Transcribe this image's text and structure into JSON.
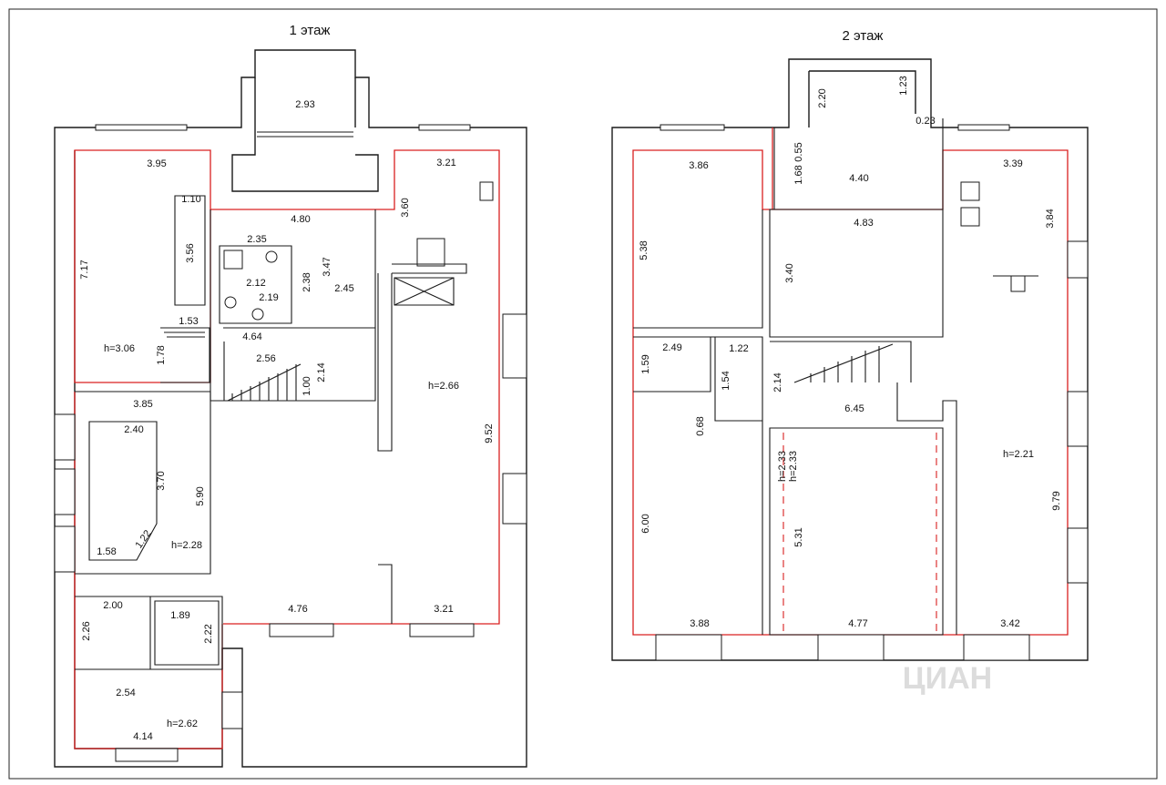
{
  "floor1": {
    "title": "1 этаж",
    "labels": [
      "2.93",
      "3.95",
      "3.21",
      "1.10",
      "3.56",
      "7.17",
      "4.80",
      "3.60",
      "2.35",
      "2.12",
      "2.19",
      "2.38",
      "3.47",
      "2.45",
      "1.53",
      "4.64",
      "h=3.06",
      "1.78",
      "2.56",
      "2.14",
      "1.00",
      "h=2.66",
      "3.85",
      "2.40",
      "3.70",
      "5.90",
      "1.58",
      "1.22",
      "h=2.28",
      "9.52",
      "2.00",
      "1.89",
      "2.26",
      "2.22",
      "4.76",
      "3.21",
      "2.54",
      "h=2.62",
      "4.14"
    ]
  },
  "floor2": {
    "title": "2 этаж",
    "labels": [
      "2.20",
      "1.23",
      "0.23",
      "0.55",
      "1.68",
      "4.40",
      "3.86",
      "3.39",
      "4.83",
      "3.84",
      "5.38",
      "3.40",
      "2.49",
      "1.22",
      "1.59",
      "1.54",
      "2.14",
      "6.45",
      "0.68",
      "h=2.33",
      "h=2.33",
      "h=2.21",
      "6.00",
      "5.31",
      "9.79",
      "3.88",
      "4.77",
      "3.42"
    ]
  },
  "watermark": "ЦИАН",
  "colors": {
    "wall": "#1a1a1a",
    "room_outline": "#d92020",
    "background": "#ffffff"
  }
}
